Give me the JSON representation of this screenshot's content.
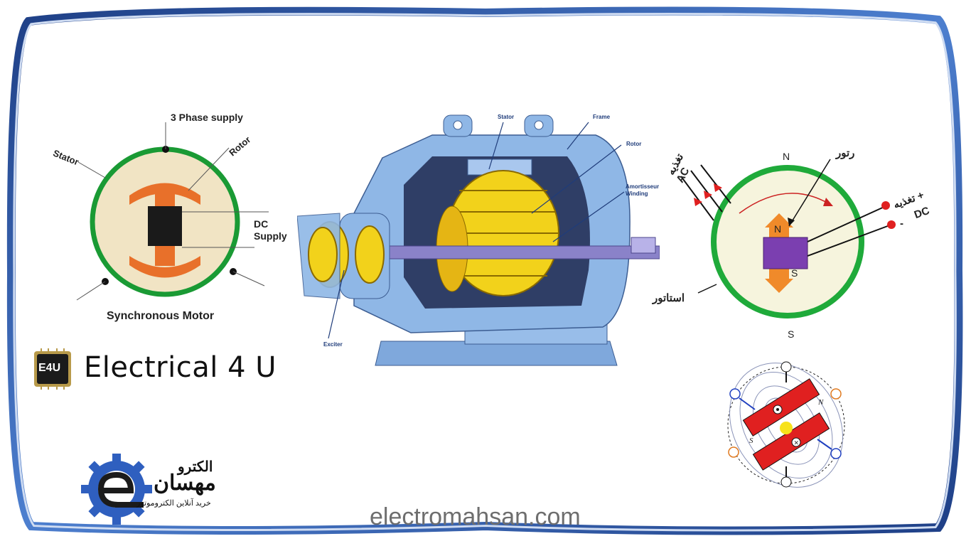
{
  "sync_motor_diagram": {
    "title": "Synchronous Motor",
    "labels": {
      "supply": "3 Phase supply",
      "stator": "Stator",
      "rotor": "Rotor",
      "dc_supply_line1": "DC",
      "dc_supply_line2": "Supply"
    }
  },
  "cutaway": {
    "labels": {
      "stator": "Stator",
      "frame": "Frame",
      "rotor": "Rotor",
      "amortisseur_1": "Amortisseur",
      "amortisseur_2": "Winding",
      "exciter": "Exciter"
    }
  },
  "persian_diagram": {
    "pole_n_top": "N",
    "pole_s_bottom": "S",
    "rotor_n": "N",
    "rotor_s": "S",
    "rotor_label": "رتور",
    "ac_feed_1": "تغذیه",
    "ac_feed_2": "AC",
    "dc_feed_1": "تغذیه +",
    "dc_feed_2": "DC",
    "minus": "-",
    "stator_label": "استاتور"
  },
  "field_diagram": {
    "n_label": "N",
    "s_label": "S"
  },
  "branding": {
    "e4u_chip": "E4U",
    "e4u_name": "Electrical 4 U",
    "logo_line1": "الکترو",
    "logo_line2": "مهسان",
    "logo_line3": "خرید آنلاین الکتروموتور",
    "url": "electromahsan.com"
  },
  "colors": {
    "frame_blue": "#2e5aa8",
    "machine_blue": "#8fb7e6",
    "winding_yellow": "#f2d21b",
    "stator_green": "#1faa3a",
    "rotor_orange": "#e8702a"
  }
}
